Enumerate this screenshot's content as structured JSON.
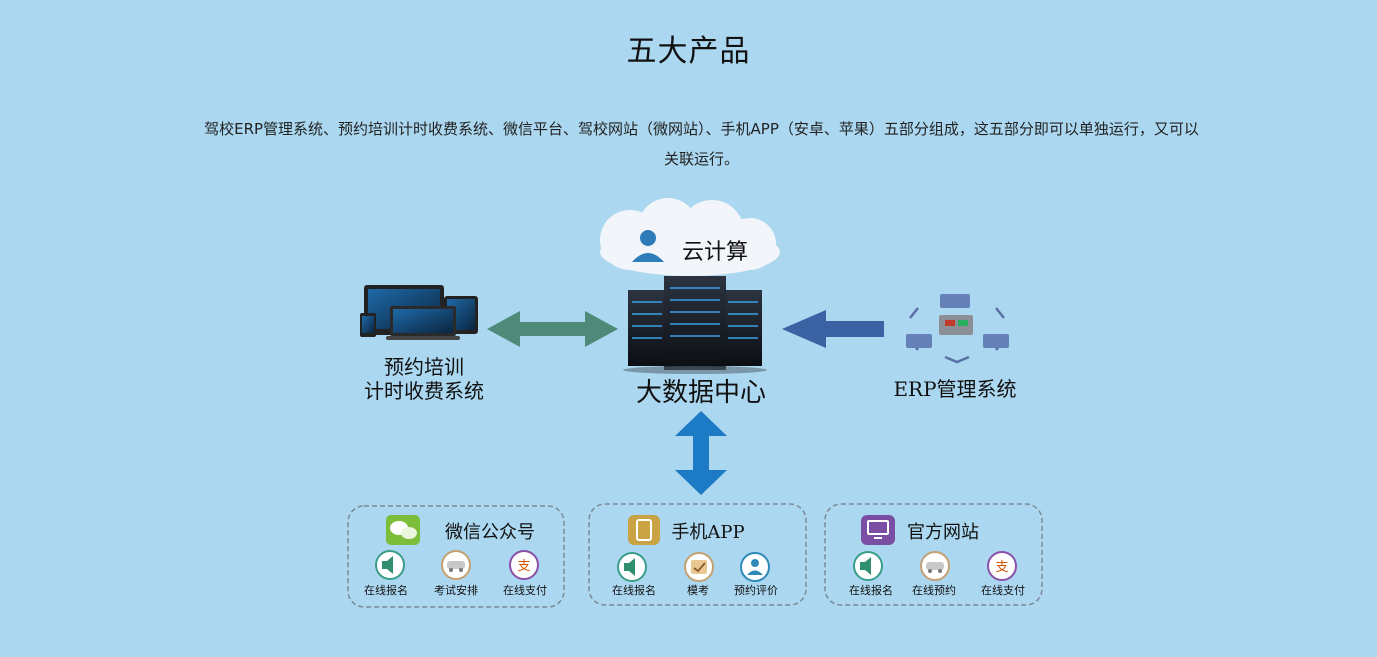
{
  "header": {
    "title": "五大产品",
    "description": "驾校ERP管理系统、预约培训计时收费系统、微信平台、驾校网站（微网站）、手机APP（安卓、苹果）五部分组成，这五部分即可以单独运行，又可以关联运行。"
  },
  "diagram": {
    "cloud_label": "云计算",
    "center_label": "大数据中心",
    "left_label_line1": "预约培训",
    "left_label_line2": "计时收费系统",
    "right_label": "ERP管理系统",
    "colors": {
      "left_arrow": "#4f8a78",
      "right_arrow": "#3b63a3",
      "down_arrow": "#1d7ac4"
    }
  },
  "panels": [
    {
      "title": "微信公众号",
      "icon": "wechat-icon",
      "items": [
        {
          "label": "在线报名",
          "icon": "speaker-icon"
        },
        {
          "label": "考试安排",
          "icon": "car-icon"
        },
        {
          "label": "在线支付",
          "icon": "payment-icon"
        }
      ]
    },
    {
      "title": "手机APP",
      "icon": "phone-app-icon",
      "items": [
        {
          "label": "在线报名",
          "icon": "speaker-icon"
        },
        {
          "label": "模考",
          "icon": "exam-icon"
        },
        {
          "label": "预约评价",
          "icon": "user-icon"
        }
      ]
    },
    {
      "title": "官方网站",
      "icon": "monitor-icon",
      "items": [
        {
          "label": "在线报名",
          "icon": "speaker-icon"
        },
        {
          "label": "在线预约",
          "icon": "car-icon"
        },
        {
          "label": "在线支付",
          "icon": "payment-icon"
        }
      ]
    }
  ]
}
